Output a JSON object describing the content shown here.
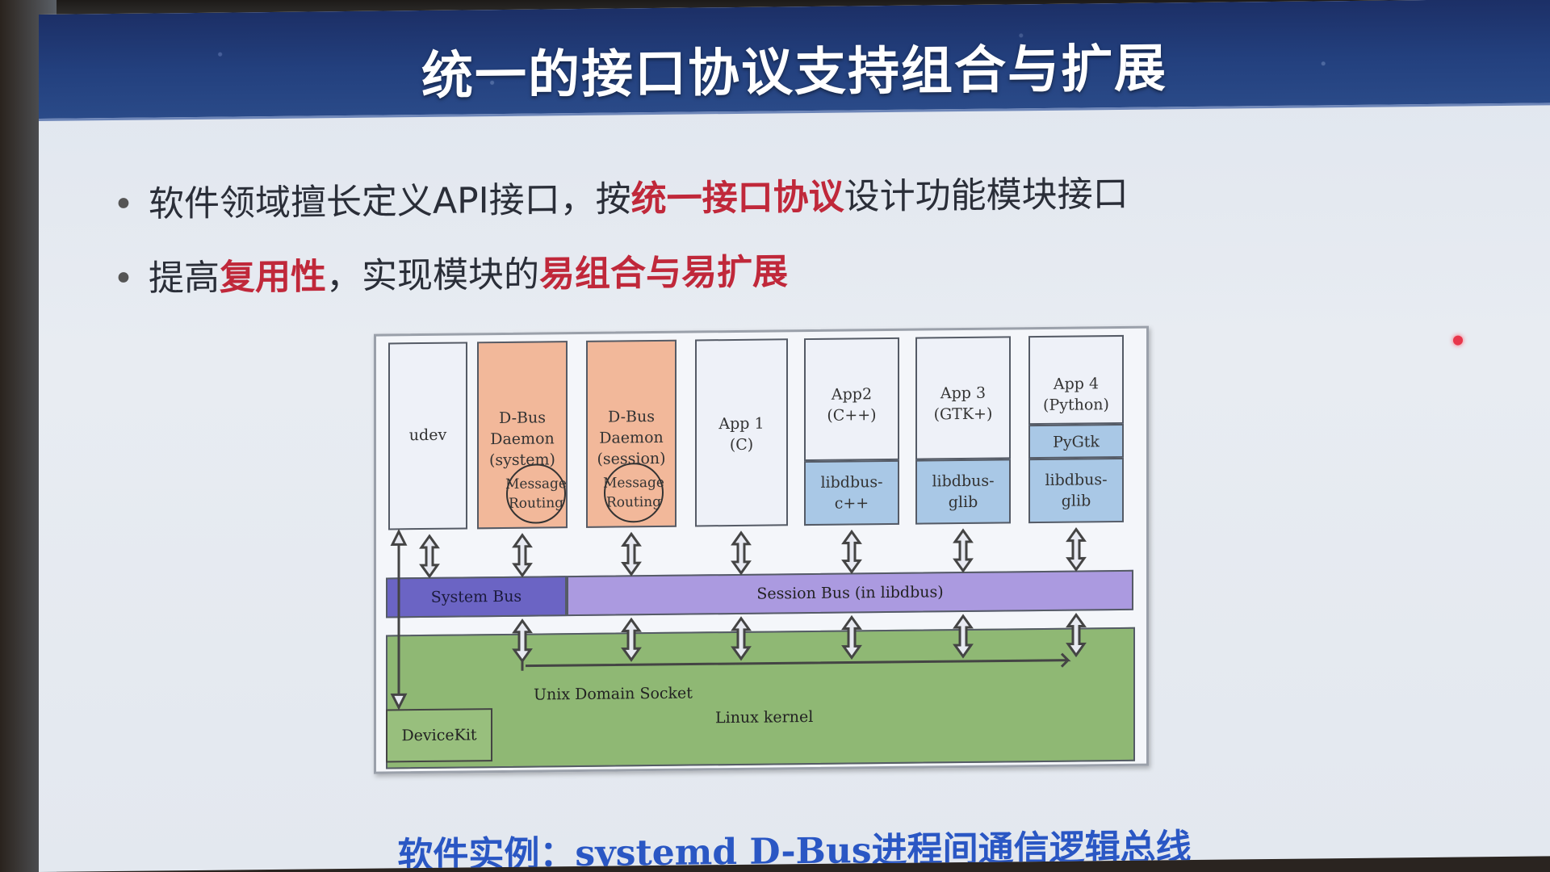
{
  "title": "统一的接口协议支持组合与扩展",
  "bullets": [
    {
      "marker": "•",
      "parts": [
        "软件领域擅长定义API接口，按",
        "统一接口协议",
        "设计功能模块接口"
      ]
    },
    {
      "marker": "•",
      "parts": [
        "提高",
        "复用性",
        "，实现模块的",
        "易组合与易扩展"
      ]
    }
  ],
  "diagram": {
    "udev": "udev",
    "dbus_system": [
      "D-Bus",
      "Daemon",
      "(system)"
    ],
    "dbus_session": [
      "D-Bus",
      "Daemon",
      "(session)"
    ],
    "message_routing": [
      "Message",
      "Routing"
    ],
    "app1": [
      "App 1",
      "(C)"
    ],
    "app2": [
      "App2",
      "(C++)"
    ],
    "app3": [
      "App 3",
      "(GTK+)"
    ],
    "app4": [
      "App 4",
      "(Python)"
    ],
    "pygtk": "PyGtk",
    "libdbus_cpp": [
      "libdbus-",
      "c++"
    ],
    "libdbus_glib": [
      "libdbus-",
      "glib"
    ],
    "system_bus": "System Bus",
    "session_bus": "Session Bus (in libdbus)",
    "unix_socket": "Unix Domain Socket",
    "linux_kernel": "Linux kernel",
    "devicekit": "DeviceKit"
  },
  "caption": "软件实例：systemd D-Bus进程间通信逻辑总线",
  "colors": {
    "highlight": "#c0283a",
    "caption": "#2a57c4",
    "title_band": "#23407e",
    "dbus_daemon": "#f2b89a",
    "libdbus": "#a9c8e6",
    "system_bus": "#6b64c4",
    "session_bus": "#ab9ae0",
    "kernel": "#8fb874"
  }
}
